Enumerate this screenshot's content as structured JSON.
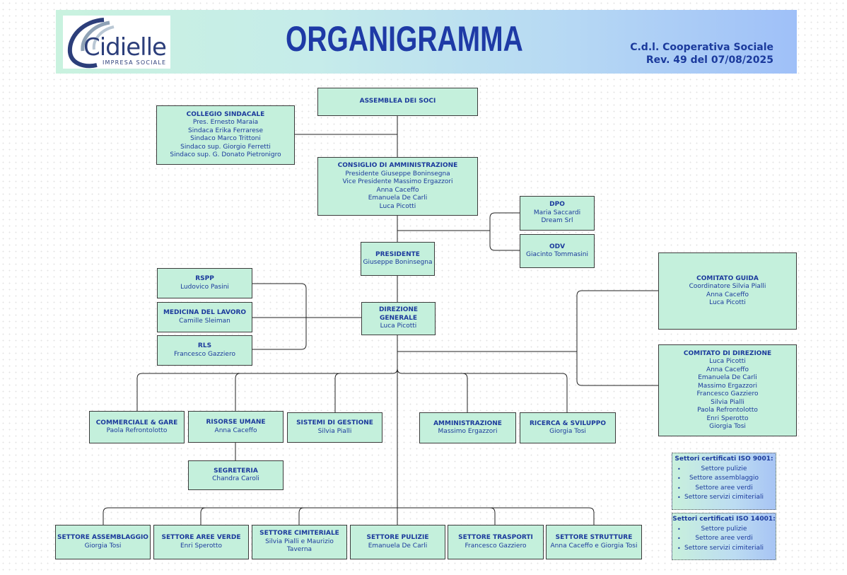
{
  "header": {
    "logo_name": "Cidielle",
    "logo_sub": "IMPRESA SOCIALE",
    "title": "ORGANIGRAMMA",
    "company_line1": "C.d.l.  Cooperativa Sociale",
    "company_line2": "Rev. 49 del 07/08/2025"
  },
  "boxes": {
    "assemblea": {
      "title": "ASSEMBLEA DEI SOCI",
      "lines": []
    },
    "collegio": {
      "title": "COLLEGIO SINDACALE",
      "lines": [
        "Pres. Ernesto Maraia",
        "Sindaca Erika Ferrarese",
        "Sindaco Marco Trittoni",
        "Sindaco sup. Giorgio Ferretti",
        "Sindaco sup. G. Donato Pietronigro"
      ]
    },
    "consiglio": {
      "title": "CONSIGLIO DI AMMINISTRAZIONE",
      "lines": [
        "Presidente Giuseppe Boninsegna",
        "Vice Presidente Massimo Ergazzori",
        "Anna Caceffo",
        "Emanuela De Carli",
        "Luca Picotti"
      ]
    },
    "dpo": {
      "title": "DPO",
      "lines": [
        "Maria Saccardi",
        "Dream Srl"
      ]
    },
    "odv": {
      "title": "ODV",
      "lines": [
        "Giacinto Tommasini"
      ]
    },
    "presidente": {
      "title": "PRESIDENTE",
      "lines": [
        "Giuseppe Boninsegna"
      ]
    },
    "rspp": {
      "title": "RSPP",
      "lines": [
        "Ludovico Pasini"
      ]
    },
    "medicina": {
      "title": "MEDICINA DEL LAVORO",
      "lines": [
        "Camille Sleiman"
      ]
    },
    "rls": {
      "title": "RLS",
      "lines": [
        "Francesco Gazziero"
      ]
    },
    "direzione": {
      "title": "DIREZIONE\nGENERALE",
      "lines": [
        "Luca Picotti"
      ]
    },
    "comitato_guida": {
      "title": "COMITATO GUIDA",
      "lines": [
        "Coordinatore Silvia Pialli",
        "Anna Caceffo",
        "Luca Picotti"
      ]
    },
    "comitato_direzione": {
      "title": "COMITATO DI DIREZIONE",
      "lines": [
        "Luca Picotti",
        "Anna Caceffo",
        "Emanuela De Carli",
        "Massimo Ergazzori",
        "Francesco Gazziero",
        "Silvia Pialli",
        "Paola Refrontolotto",
        "Enri Sperotto",
        "Giorgia Tosi"
      ]
    },
    "commerciale": {
      "title": "COMMERCIALE & GARE",
      "lines": [
        "Paola Refrontolotto"
      ]
    },
    "risorse": {
      "title": "RISORSE UMANE",
      "lines": [
        "Anna Caceffo"
      ]
    },
    "sistemi": {
      "title": "SISTEMI DI GESTIONE",
      "lines": [
        "Silvia Pialli"
      ]
    },
    "amministrazione": {
      "title": "AMMINISTRAZIONE",
      "lines": [
        "Massimo Ergazzori"
      ]
    },
    "ricerca": {
      "title": "RICERCA & SVILUPPO",
      "lines": [
        "Giorgia Tosi"
      ]
    },
    "segreteria": {
      "title": "SEGRETERIA",
      "lines": [
        "Chandra Caroli"
      ]
    },
    "assemblaggio": {
      "title": "SETTORE ASSEMBLAGGIO",
      "lines": [
        "Giorgia Tosi"
      ]
    },
    "aree_verde": {
      "title": "SETTORE AREE VERDE",
      "lines": [
        "Enri Sperotto"
      ]
    },
    "cimiteriale": {
      "title": "SETTORE CIMITERIALE",
      "lines": [
        "Silvia Pialli e Maurizio",
        "Taverna"
      ]
    },
    "pulizie": {
      "title": "SETTORE PULIZIE",
      "lines": [
        "Emanuela De Carli"
      ]
    },
    "trasporti": {
      "title": "SETTORE TRASPORTI",
      "lines": [
        "Francesco Gazziero"
      ]
    },
    "strutture": {
      "title": "SETTORE STRUTTURE",
      "lines": [
        "Anna Caceffo e Giorgia Tosi"
      ]
    }
  },
  "iso9001": {
    "title": "Settori certificati ISO 9001:",
    "items": [
      "Settore pulizie",
      "Settore assemblaggio",
      "Settore aree verdi",
      "Settore servizi cimiteriali"
    ]
  },
  "iso14001": {
    "title": "Settori certificati ISO 14001:",
    "items": [
      "Settore pulizie",
      "Settore aree verdi",
      "Settore servizi cimiteriali"
    ]
  }
}
